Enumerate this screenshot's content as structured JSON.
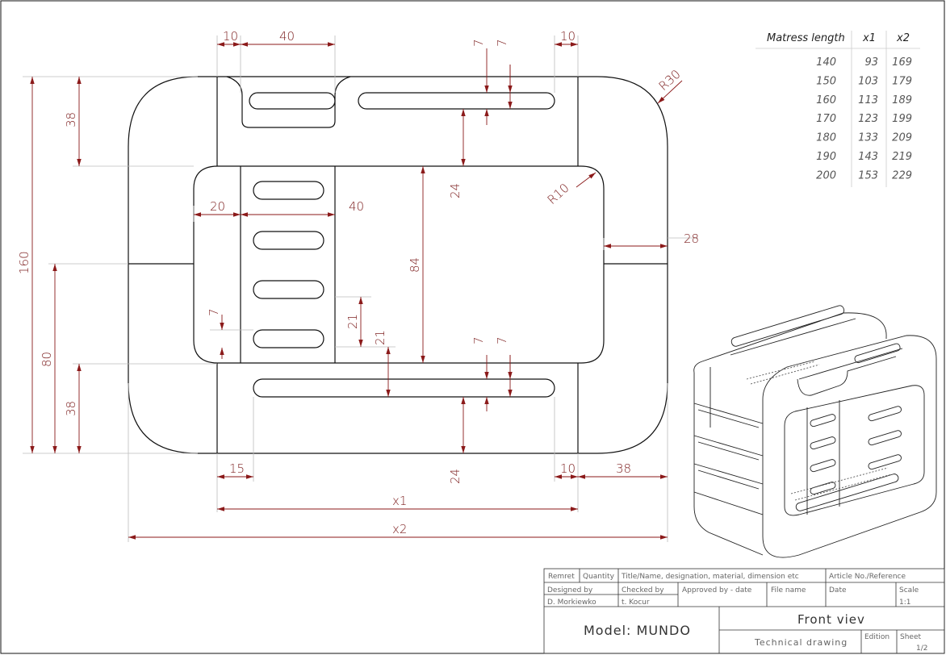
{
  "dimensions": {
    "top_left_10": "10",
    "top_left_40": "40",
    "top_right_7a": "7",
    "top_right_7b": "7",
    "top_right_10": "10",
    "radius_30": "R30",
    "radius_10": "R10",
    "left_38_top": "38",
    "left_160": "160",
    "left_80": "80",
    "left_38_bottom": "38",
    "inner_20": "20",
    "inner_40": "40",
    "center_24_top": "24",
    "center_84": "84",
    "right_28": "28",
    "left_7": "7",
    "mid_21a": "21",
    "mid_21b": "21",
    "bottom_7a": "7",
    "bottom_7b": "7",
    "bottom_24": "24",
    "bottom_15": "15",
    "bottom_10": "10",
    "bottom_38": "38",
    "x1": "x1",
    "x2": "x2"
  },
  "mattress_table": {
    "headers": [
      "Matress length",
      "x1",
      "x2"
    ],
    "rows": [
      [
        "140",
        "93",
        "169"
      ],
      [
        "150",
        "103",
        "179"
      ],
      [
        "160",
        "113",
        "189"
      ],
      [
        "170",
        "123",
        "199"
      ],
      [
        "180",
        "133",
        "209"
      ],
      [
        "190",
        "143",
        "219"
      ],
      [
        "200",
        "153",
        "229"
      ]
    ]
  },
  "title_block": {
    "h_remret": "Remret",
    "h_quantity": "Quantity",
    "h_title": "Title/Name, designation, material, dimension etc",
    "h_article": "Article No./Reference",
    "designed_by_label": "Designed by",
    "designed_by": "D. Morkiewko",
    "checked_by_label": "Checked by",
    "checked_by": "t. Kocur",
    "approved_label": "Approved by - date",
    "file_label": "File name",
    "date_label": "Date",
    "scale_label": "Scale",
    "scale_value": "1:1",
    "model": "Model: MUNDO",
    "view": "Front viev",
    "subtitle": "Technical drawing",
    "edition_label": "Edition",
    "sheet_label": "Sheet",
    "sheet_value": "1/2"
  },
  "colors": {
    "line": "#111111",
    "dimension": "#8b1a1a",
    "extension": "#b9b9b9"
  }
}
